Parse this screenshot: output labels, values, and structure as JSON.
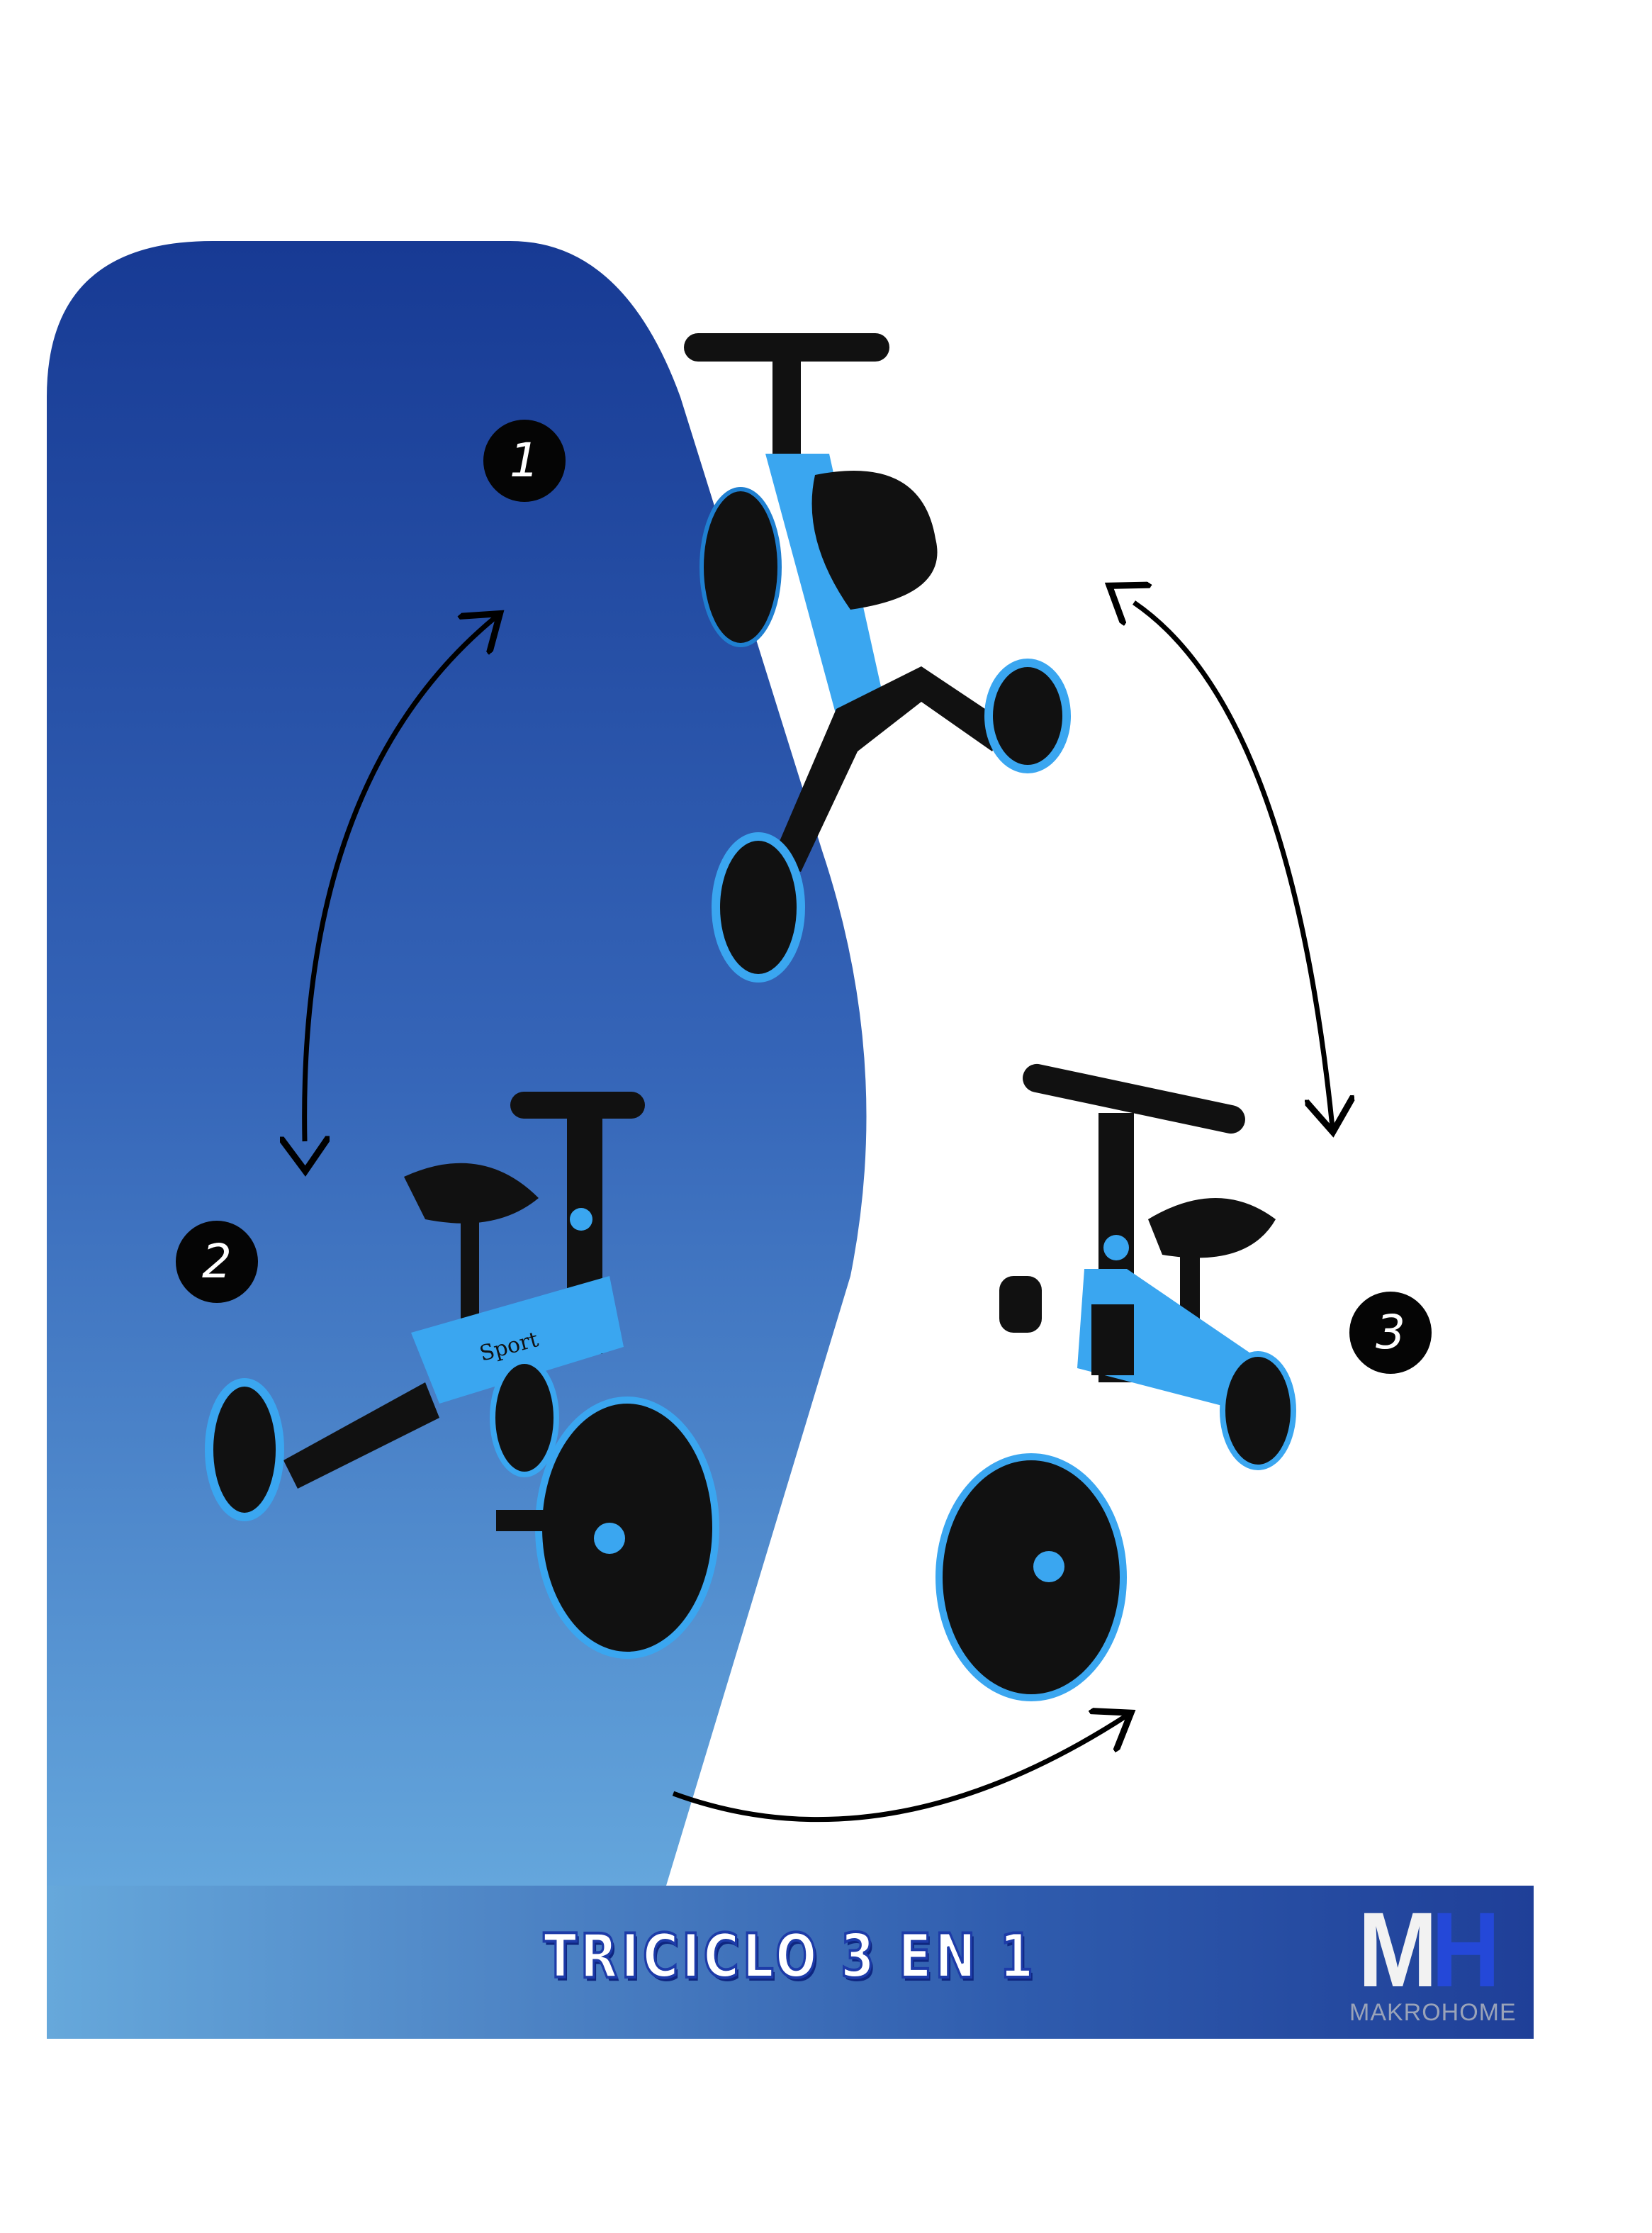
{
  "banner": {
    "title": "TRICICLO 3 EN 1"
  },
  "logo": {
    "letters": "MH",
    "brand": "MAKROHOME"
  },
  "steps": [
    {
      "number": "1"
    },
    {
      "number": "2"
    },
    {
      "number": "3"
    }
  ],
  "bike_brand": "Sport",
  "colors": {
    "background_blue_top": "#173a94",
    "background_blue_bottom": "#64a6dc",
    "bike_blue": "#3aa6f0",
    "bike_black": "#111111"
  },
  "icons": [
    "cycle-arrow-1-2",
    "cycle-arrow-2-3",
    "cycle-arrow-3-1"
  ]
}
